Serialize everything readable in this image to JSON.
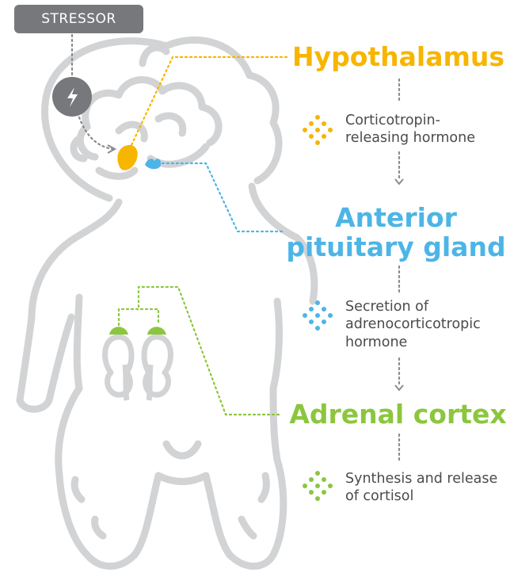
{
  "stressor": {
    "label": "STRESSOR",
    "icon": "lightning-bolt-icon"
  },
  "organs": [
    {
      "title": "Hypothalamus",
      "color": "#f7b500"
    },
    {
      "title": "Anterior pituitary gland",
      "color": "#4db5e6"
    },
    {
      "title": "Adrenal cortex",
      "color": "#8cc63e"
    }
  ],
  "steps": [
    {
      "text": "Corticotropin-releasing hormone",
      "color": "#f7b500",
      "icon": "dot-diamond-icon"
    },
    {
      "text": "Secretion of adrenocorticotropic hormone",
      "color": "#4db5e6",
      "icon": "dot-diamond-icon"
    },
    {
      "text": "Synthesis and release of cortisol",
      "color": "#8cc63e",
      "icon": "dot-diamond-icon"
    }
  ],
  "colors": {
    "outline": "#d2d3d5",
    "connector": "#8a8b8d",
    "stressor_bg": "#77787b"
  }
}
